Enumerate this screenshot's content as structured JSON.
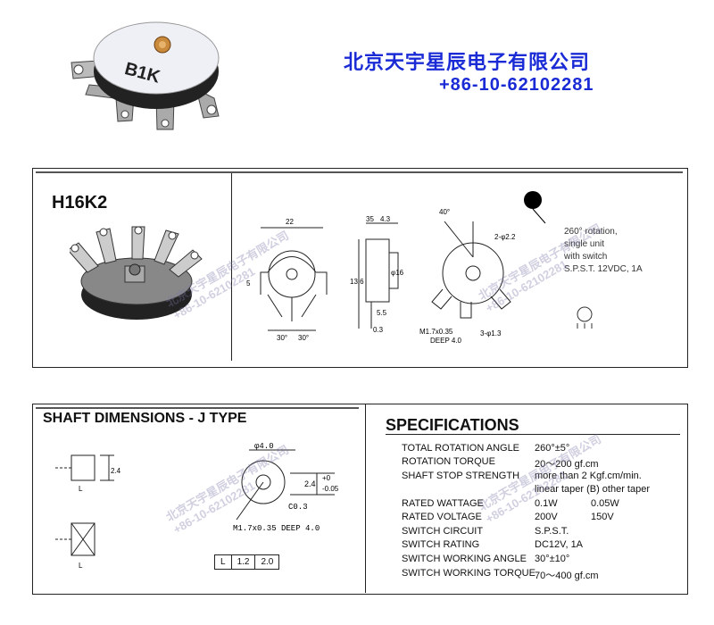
{
  "header": {
    "company": "北京天宇星辰电子有限公司",
    "phone": "+86-10-62102281",
    "knob_text": "B1K"
  },
  "top_band": {
    "model": "H16K2",
    "dims": {
      "width": "22",
      "d35": "35",
      "d43": "4.3",
      "h136": "13.6",
      "h55": "5.5",
      "t03": "0.3",
      "phi16": "φ16",
      "angle40": "40°",
      "angle30a": "30°",
      "angle30b": "30°",
      "hole22": "2-φ2.2",
      "m17": "M1.7x0.35",
      "deep": "DEEP 4.0",
      "phi13": "3-φ1.3",
      "d5": "5"
    },
    "note": [
      "260° rotation,",
      "single unit",
      "with switch",
      "S.P.S.T. 12VDC, 1A"
    ]
  },
  "shaft": {
    "title": "SHAFT DIMENSIONS - J TYPE",
    "phi40": "φ4.0",
    "dim24": "2.4",
    "tol_plus": "+0",
    "tol_minus": "-0.05",
    "c03": "C0.3",
    "m17": "M1.7x0.35 DEEP 4.0",
    "lbl_l": "L",
    "side24": "2.4",
    "table": [
      "L",
      "1.2",
      "2.0"
    ]
  },
  "specs": {
    "title": "SPECIFICATIONS",
    "rows": [
      {
        "name": "TOTAL ROTATION ANGLE",
        "v1": "260°±5°",
        "v2": ""
      },
      {
        "name": "ROTATION TORQUE",
        "v1": "20～200 gf.cm",
        "v2": ""
      },
      {
        "name": "SHAFT STOP STRENGTH",
        "v1": "more than 2 Kgf.cm/min.",
        "v2": ""
      },
      {
        "name": "",
        "v1": "linear taper (B) other taper",
        "v2": ""
      },
      {
        "name": "RATED WATTAGE",
        "v1": "0.1W",
        "v2": "0.05W"
      },
      {
        "name": "RATED VOLTAGE",
        "v1": "200V",
        "v2": "150V"
      },
      {
        "name": "SWITCH CIRCUIT",
        "v1": "S.P.S.T.",
        "v2": ""
      },
      {
        "name": "SWITCH RATING",
        "v1": "DC12V, 1A",
        "v2": ""
      },
      {
        "name": "SWITCH WORKING ANGLE",
        "v1": "30°±10°",
        "v2": ""
      },
      {
        "name": "SWITCH WORKING TORQUE",
        "v1": "70～400 gf.cm",
        "v2": ""
      }
    ]
  },
  "watermark": {
    "line1": "北京天宇星辰电子有限公司",
    "line2": "+86-10-62102281"
  }
}
